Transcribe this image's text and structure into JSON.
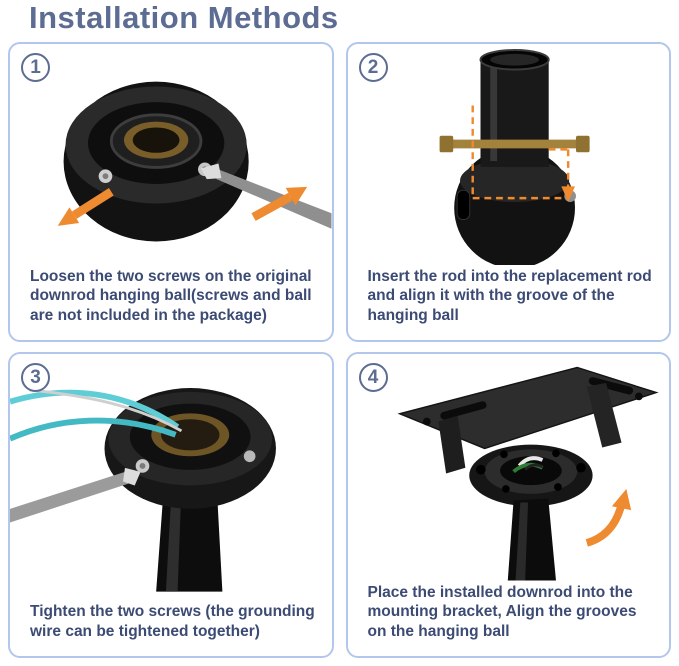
{
  "page": {
    "title": "Installation Methods"
  },
  "steps": [
    {
      "number": "1",
      "caption": "Loosen the two screws on the original downrod hanging ball(screws and ball are not included in the package)"
    },
    {
      "number": "2",
      "caption": "Insert the rod into the replacement rod and align it with the groove of the hanging ball"
    },
    {
      "number": "3",
      "caption": "Tighten the two screws (the grounding wire can be tightened together)"
    },
    {
      "number": "4",
      "caption": "Place the installed downrod into the mounting bracket, Align the grooves on the hanging ball"
    }
  ],
  "colors": {
    "accent": "#5c6c92",
    "panel_border": "#b3c6ec",
    "caption_text": "#3c4b74",
    "arrow_orange": "#ee8a2f",
    "wire_teal": "#54c4ce",
    "brass": "#a3823c"
  }
}
